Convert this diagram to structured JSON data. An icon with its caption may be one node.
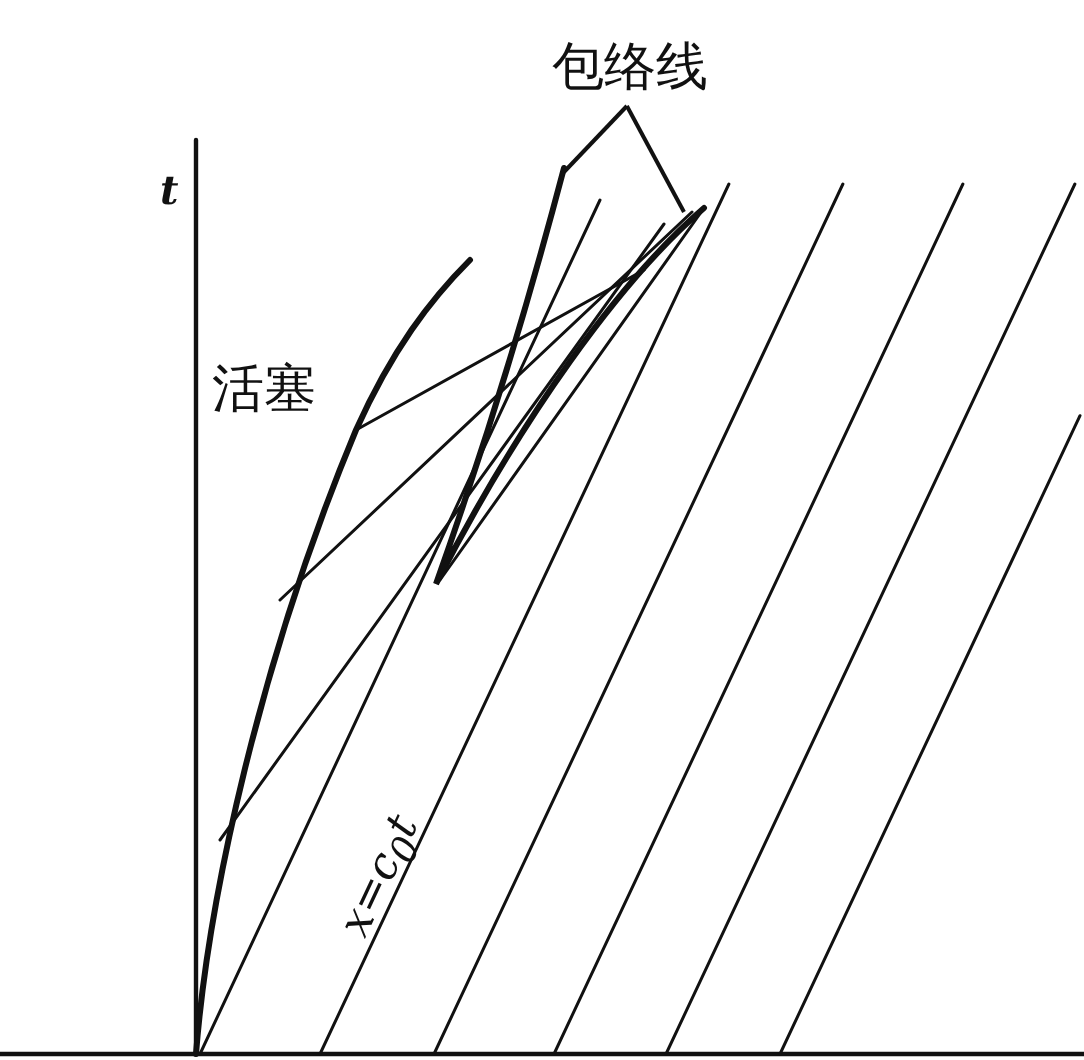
{
  "diagram": {
    "nodes": [
      {
        "text": [
          "包络线"
        ]
      },
      {
        "text": [],
        "shape": "curve"
      }
    ],
    "edges": [
      {
        "from": 0,
        "to": 1,
        "arrow": "none"
      },
      {
        "from": 0,
        "to": 1,
        "arrow": "none"
      }
    ],
    "labels": [
      "t",
      "活塞",
      "x=c$_{0}$t"
    ]
  }
}
